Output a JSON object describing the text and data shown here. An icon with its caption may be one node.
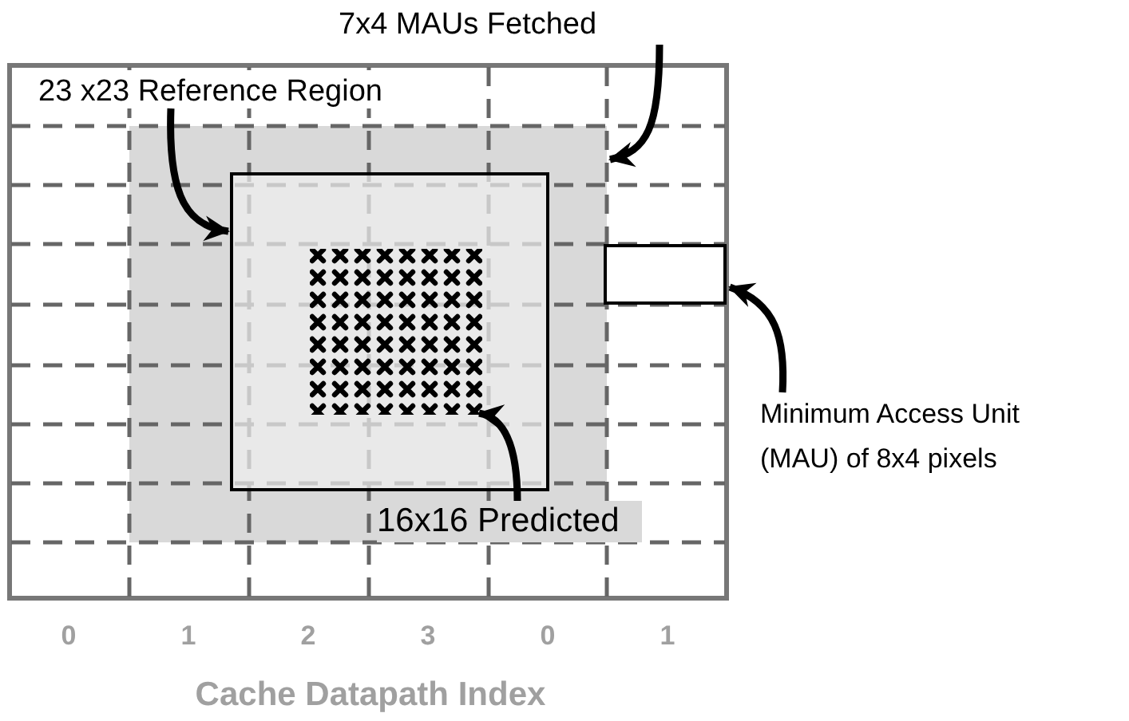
{
  "diagram": {
    "nodes": [
      {
        "text": [
          "7x4 MAUs Fetched"
        ]
      },
      {
        "text": [],
        "shape": "box"
      },
      {
        "text": [
          "23 x23 Reference Region"
        ]
      },
      {
        "text": [],
        "shape": "box",
        "in": 1
      },
      {
        "text": [
          "16x16 Predicted"
        ]
      },
      {
        "text": [],
        "shape": "picture",
        "in": 3
      },
      {
        "text": [
          "Minimum Access Unit (MAU) of 8x4 pixels"
        ]
      },
      {
        "text": [],
        "shape": "box"
      }
    ],
    "edges": [
      {
        "from": 0,
        "to": 1,
        "arrow": "to"
      },
      {
        "from": 2,
        "to": 3,
        "arrow": "to"
      },
      {
        "from": 4,
        "to": 5,
        "arrow": "to"
      },
      {
        "from": 6,
        "to": 7,
        "arrow": "to"
      }
    ],
    "labels": [
      "0",
      "1",
      "2",
      "3",
      "0",
      "1",
      "Cache Datapath Index"
    ]
  }
}
